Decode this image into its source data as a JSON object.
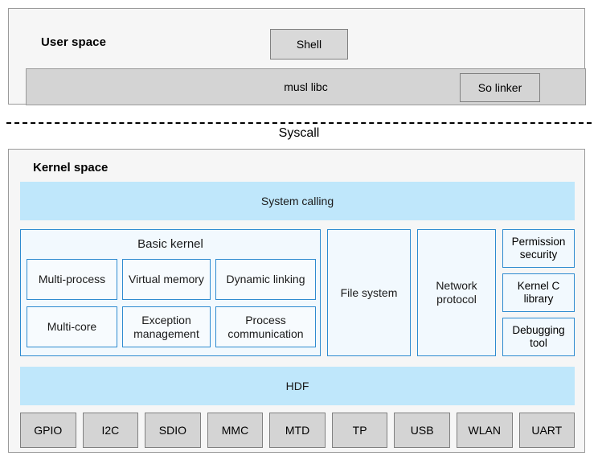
{
  "diagram": {
    "user_space": {
      "title": "User space",
      "shell_label": "Shell",
      "libc_label": "musl libc",
      "so_linker_label": "So linker"
    },
    "syscall": {
      "label": "Syscall"
    },
    "kernel_space": {
      "title": "Kernel space",
      "system_calling_label": "System calling",
      "hdf_label": "HDF",
      "basic_kernel": {
        "title": "Basic kernel",
        "cells": [
          {
            "label": "Multi-process"
          },
          {
            "label": "Virtual memory"
          },
          {
            "label": "Dynamic linking"
          },
          {
            "label": "Multi-core"
          },
          {
            "label": "Exception management"
          },
          {
            "label": "Process communication"
          }
        ]
      },
      "file_system_label": "File system",
      "network_protocol_label": "Network protocol",
      "right_stack": [
        {
          "label": "Permission security"
        },
        {
          "label": "Kernel C library"
        },
        {
          "label": "Debugging tool"
        }
      ],
      "drivers": [
        {
          "label": "GPIO"
        },
        {
          "label": "I2C"
        },
        {
          "label": "SDIO"
        },
        {
          "label": "MMC"
        },
        {
          "label": "MTD"
        },
        {
          "label": "TP"
        },
        {
          "label": "USB"
        },
        {
          "label": "WLAN"
        },
        {
          "label": "UART"
        }
      ]
    },
    "colors": {
      "panel_background": "#f6f6f6",
      "panel_border": "#9a9a9a",
      "gray_block": "#d4d4d4",
      "gray_block_border": "#808080",
      "accent_blue_fill": "#bfe7fb",
      "kernel_box_border": "#2e8bd0",
      "kernel_box_fill": "#f2f9fe"
    }
  }
}
